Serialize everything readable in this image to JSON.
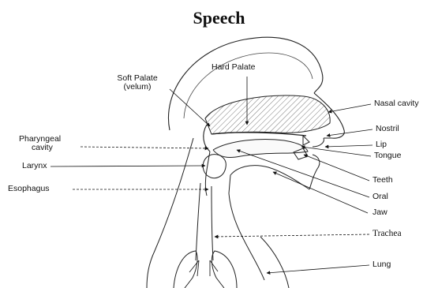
{
  "diagram": {
    "title": "Speech",
    "labels": {
      "hard_palate": "Hard Palate",
      "soft_palate_line1": "Soft Palate",
      "soft_palate_line2": "(velum)",
      "nasal_cavity": "Nasal cavity",
      "nostril": "Nostril",
      "lip": "Lip",
      "tongue": "Tongue",
      "pharyngeal_line1": "Pharyngeal",
      "pharyngeal_line2": "cavity",
      "larynx": "Larynx",
      "esophagus": "Esophagus",
      "teeth": "Teeth",
      "oral": "Oral",
      "jaw": "Jaw",
      "trachea": "Trachea",
      "lung": "Lung"
    }
  }
}
